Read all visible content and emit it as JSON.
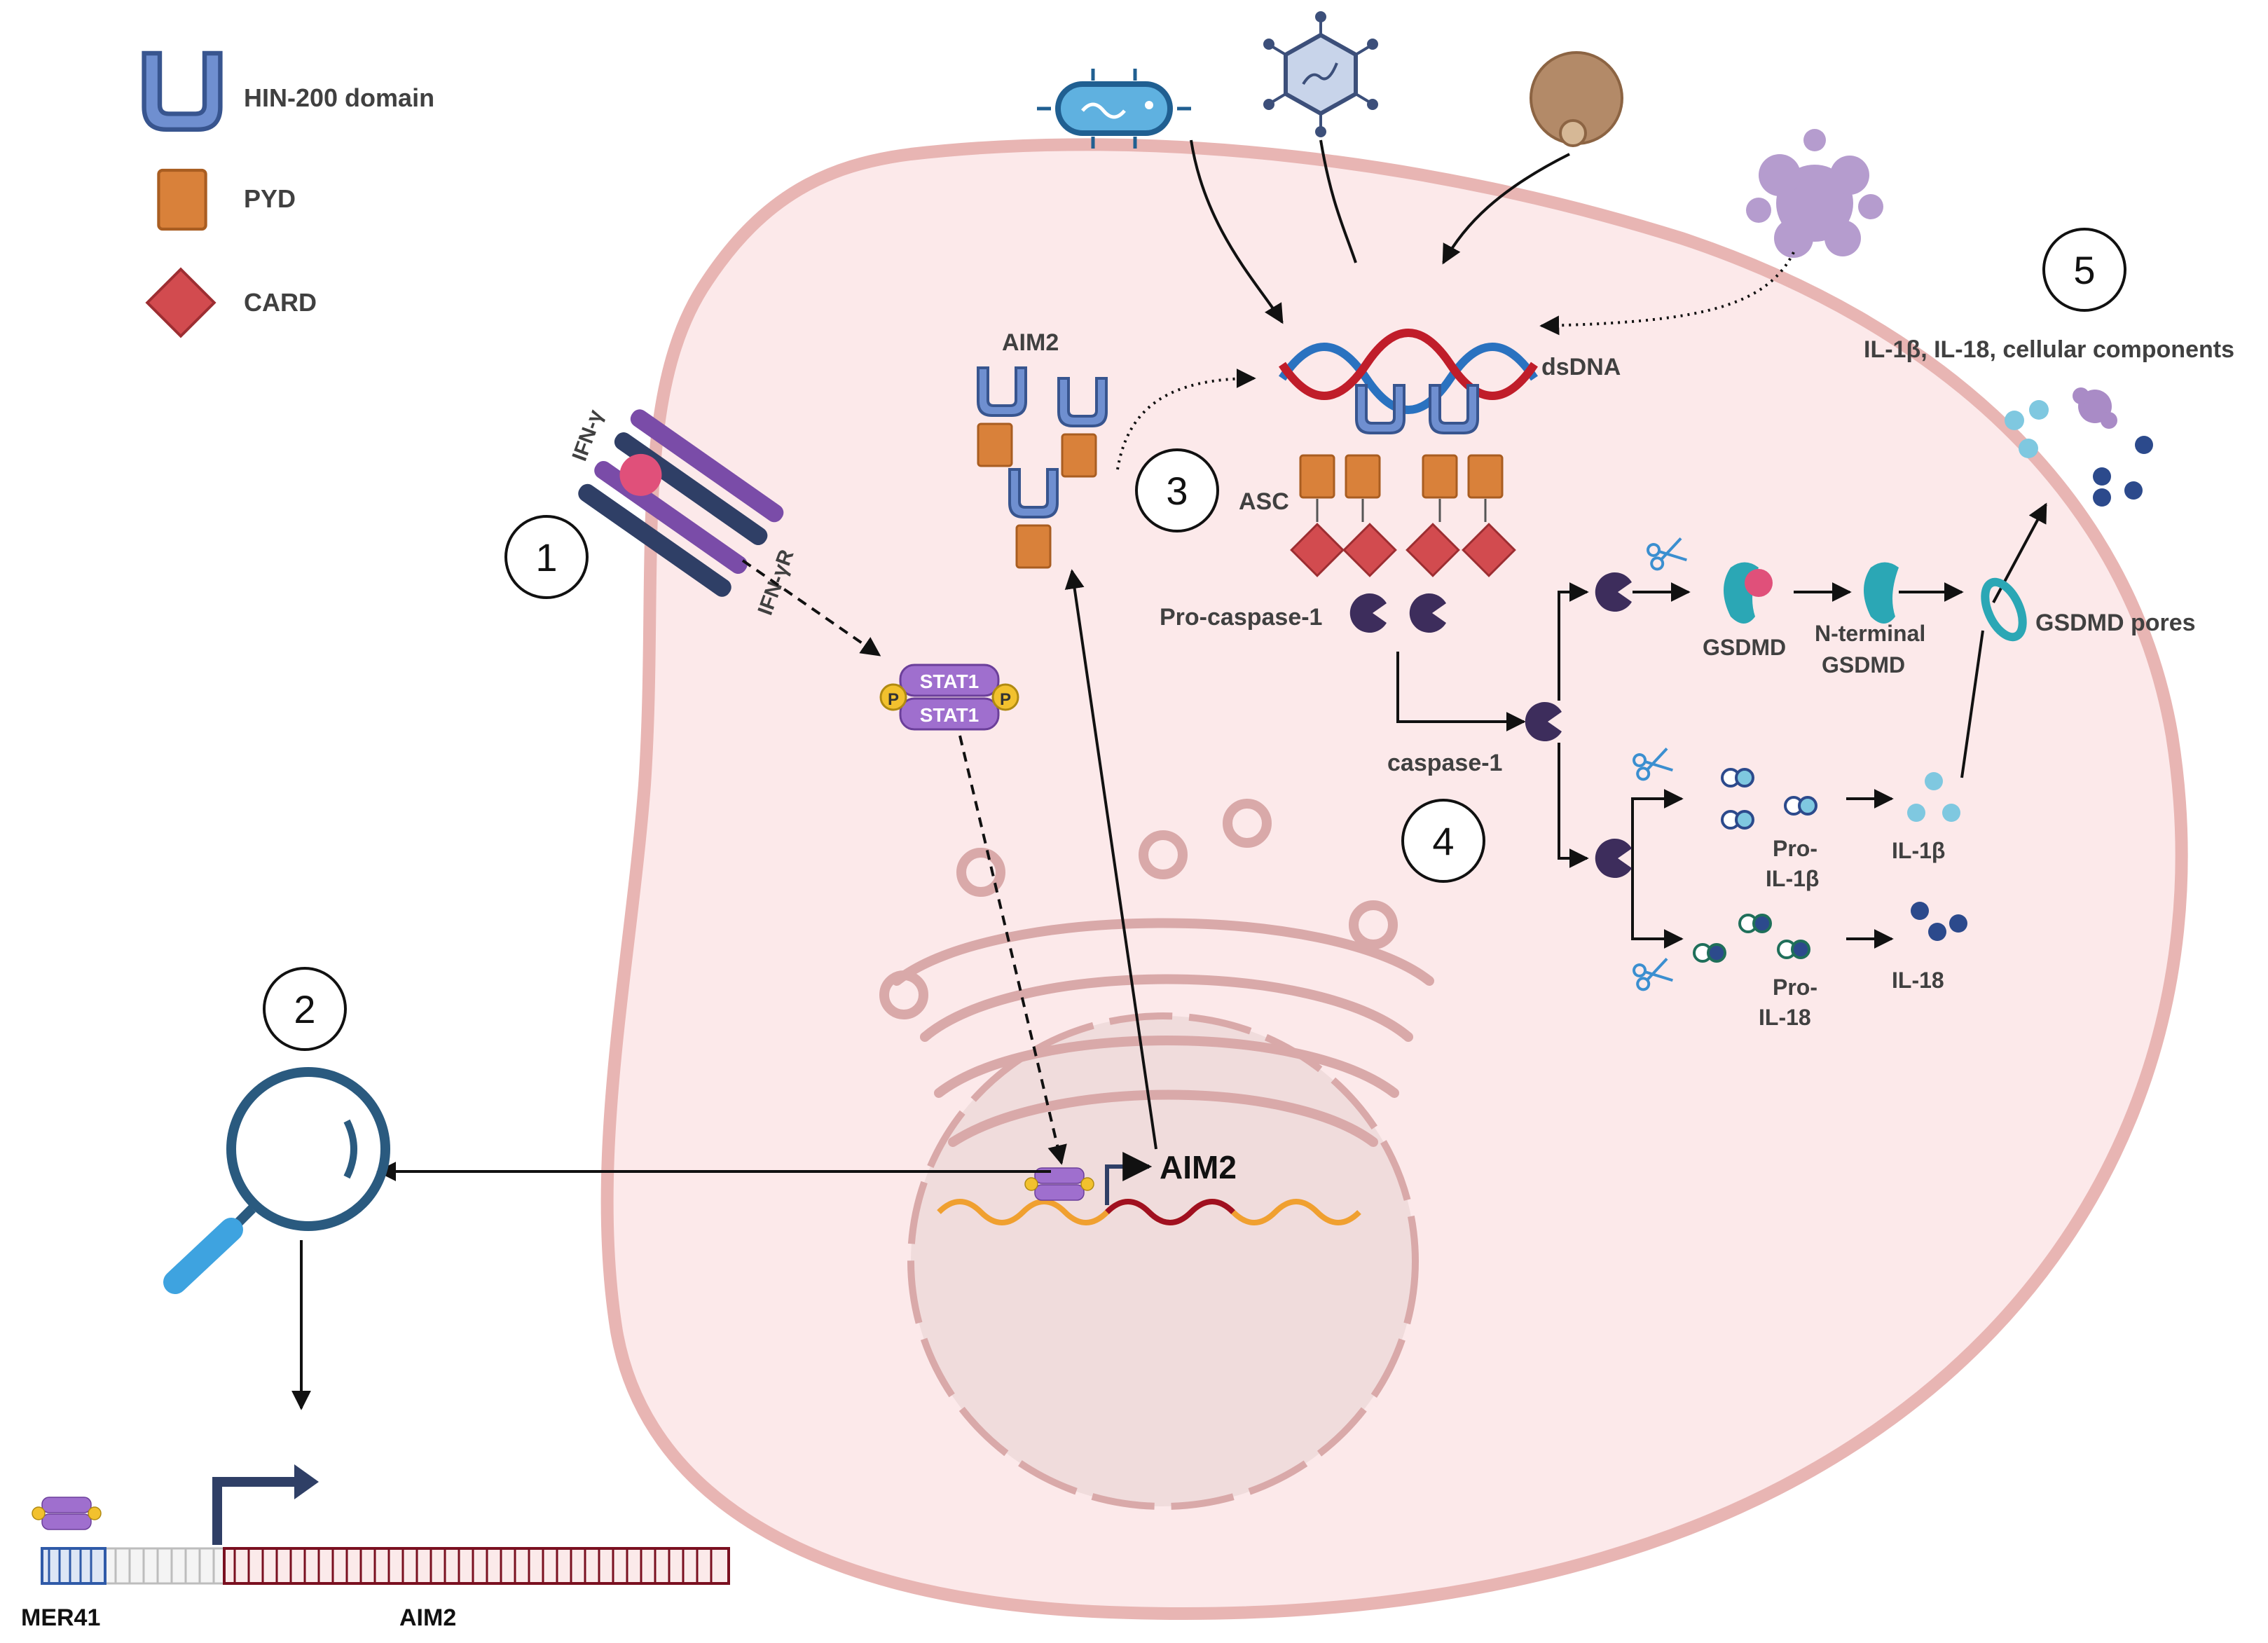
{
  "legend": {
    "items": [
      {
        "label": "HIN-200 domain",
        "icon": "hin200-icon",
        "color": "#6f8fd0"
      },
      {
        "label": "PYD",
        "icon": "pyd-icon",
        "color": "#d9813a"
      },
      {
        "label": "CARD",
        "icon": "card-icon",
        "color": "#d24b4f"
      }
    ]
  },
  "steps": [
    "1",
    "2",
    "3",
    "4",
    "5"
  ],
  "labels": {
    "ifn_gamma": "IFN-γ",
    "ifn_gamma_r": "IFN-γR",
    "stat1": "STAT1",
    "phospho": "P",
    "aim2_protein": "AIM2",
    "aim2_gene": "AIM2",
    "dsdna": "dsDNA",
    "asc": "ASC",
    "pro_caspase1": "Pro-caspase-1",
    "caspase1": "caspase-1",
    "gsdmd": "GSDMD",
    "n_terminal_gsdmd_1": "N-terminal",
    "n_terminal_gsdmd_2": "GSDMD",
    "gsdmd_pores": "GSDMD pores",
    "pro_il1b_1": "Pro-",
    "pro_il1b_2": "IL-1β",
    "il1b": "IL-1β",
    "pro_il18_1": "Pro-",
    "pro_il18_2": "IL-18",
    "il18": "IL-18",
    "released": "IL-1β, IL-18, cellular components",
    "mer41": "MER41",
    "aim2_locus": "AIM2"
  },
  "colors": {
    "cell_fill": "#fce9ea",
    "cell_border": "#e8b5b3",
    "nucleus_fill": "#f0dcdc",
    "hin200": "#6f8fd0",
    "pyd": "#d9813a",
    "card": "#d24b4f",
    "caspase": "#3d2d5c",
    "stat1": "#9f6fce",
    "phospho": "#f2c12e",
    "gsdmd": "#2ba7b5",
    "il1b": "#7fc8e0",
    "il18": "#2c4a8c",
    "dna_red": "#c01d2a",
    "dna_blue": "#2a72c0"
  },
  "icons": [
    "bacterium-icon",
    "virus-icon",
    "fungus-icon",
    "debris-icon",
    "magnifier-icon",
    "scissors-icon",
    "promoter-arrow-icon"
  ]
}
